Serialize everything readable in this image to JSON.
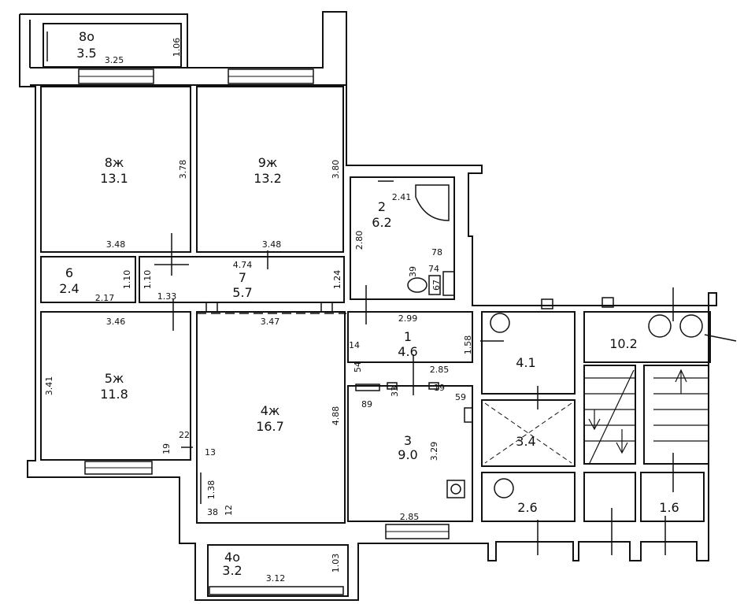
{
  "rooms": {
    "r8o": {
      "id": "8о",
      "area": "3.5"
    },
    "r8": {
      "id": "8ж",
      "area": "13.1"
    },
    "r9": {
      "id": "9ж",
      "area": "13.2"
    },
    "r2": {
      "id": "2",
      "area": "6.2"
    },
    "r6": {
      "id": "6",
      "area": "2.4"
    },
    "r7": {
      "id": "7",
      "area": "5.7"
    },
    "r5": {
      "id": "5ж",
      "area": "11.8"
    },
    "r4": {
      "id": "4ж",
      "area": "16.7"
    },
    "r1": {
      "id": "1",
      "area": "4.6"
    },
    "r3": {
      "id": "3",
      "area": "9.0"
    },
    "r4o": {
      "id": "4о",
      "area": "3.2"
    },
    "c41": {
      "area": "4.1"
    },
    "c34": {
      "area": "3.4"
    },
    "c26": {
      "area": "2.6"
    },
    "c102": {
      "area": "10.2"
    },
    "c16": {
      "area": "1.6"
    }
  },
  "dims": {
    "d325": "3.25",
    "d106": "1.06",
    "d378": "3.78",
    "d380": "3.80",
    "d348a": "3.48",
    "d348b": "3.48",
    "d474": "4.74",
    "d241": "2.41",
    "d280": "2.80",
    "d78": "78",
    "d74": "74",
    "d39": "39",
    "d67": "67",
    "d110a": "1.10",
    "d110b": "1.10",
    "d217": "2.17",
    "d133": "1.33",
    "d124": "1.24",
    "d346": "3.46",
    "d347": "3.47",
    "d299": "2.99",
    "d158": "1.58",
    "d14": "14",
    "d54": "54",
    "d285a": "2.85",
    "d33": "33",
    "d19a": "19",
    "d59": "59",
    "d89": "89",
    "d329": "3.29",
    "d341": "3.41",
    "d488": "4.88",
    "d22": "22",
    "d19b": "19",
    "d13": "13",
    "d138": "1.38",
    "d38": "38",
    "d12": "12",
    "d285b": "2.85",
    "d103": "1.03",
    "d312": "3.12"
  }
}
